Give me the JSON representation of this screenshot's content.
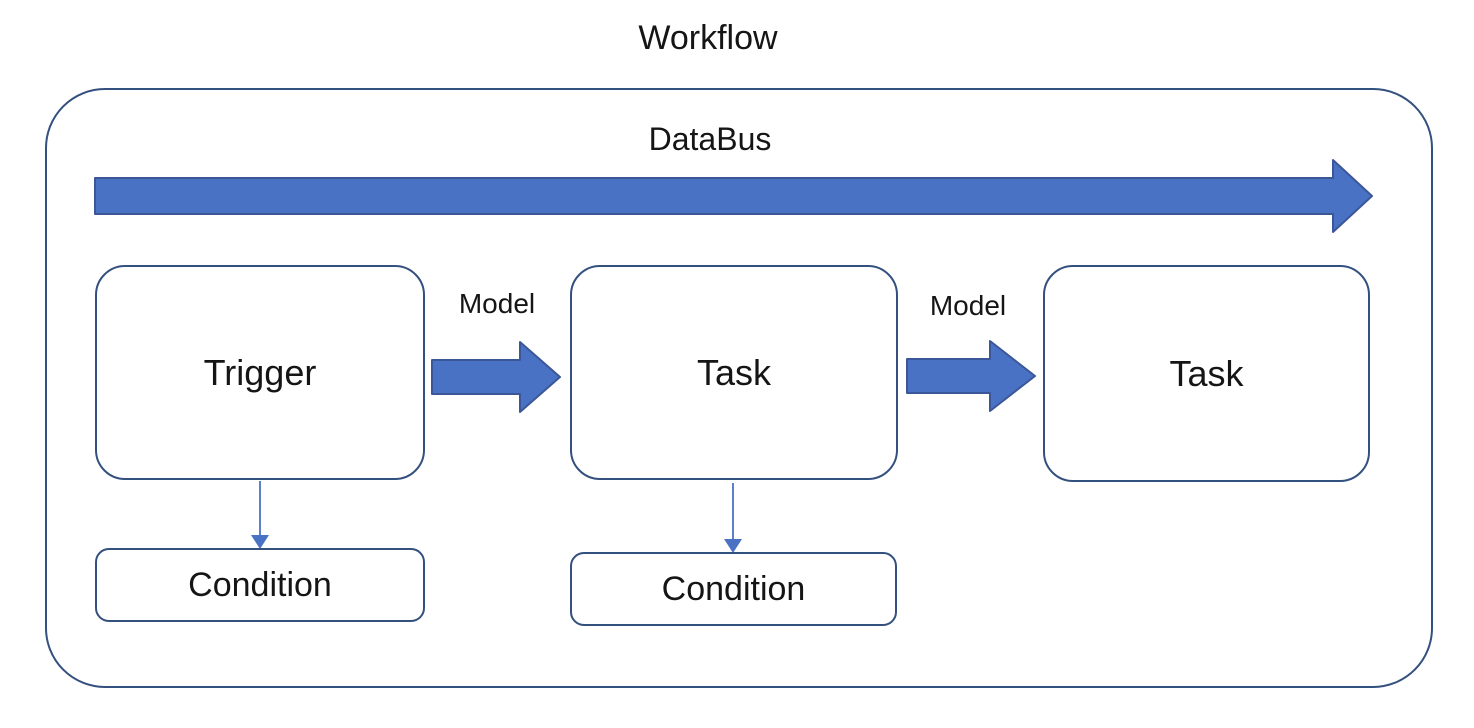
{
  "diagram": {
    "title": "Workflow",
    "databus_label": "DataBus",
    "nodes": [
      {
        "id": "trigger",
        "label": "Trigger"
      },
      {
        "id": "task-1",
        "label": "Task"
      },
      {
        "id": "task-2",
        "label": "Task"
      },
      {
        "id": "condition-1",
        "label": "Condition"
      },
      {
        "id": "condition-2",
        "label": "Condition"
      }
    ],
    "edges": [
      {
        "from": "trigger",
        "to": "task-1",
        "label": "Model",
        "type": "block-arrow"
      },
      {
        "from": "task-1",
        "to": "task-2",
        "label": "Model",
        "type": "block-arrow"
      },
      {
        "from": "trigger",
        "to": "condition-1",
        "label": "",
        "type": "thin-arrow"
      },
      {
        "from": "task-1",
        "to": "condition-2",
        "label": "",
        "type": "thin-arrow"
      },
      {
        "from": "databus-start",
        "to": "databus-end",
        "label": "",
        "type": "databus-block-arrow"
      }
    ],
    "colors": {
      "arrow_fill": "#4a72c4",
      "arrow_stroke": "#3b5798",
      "box_border": "#33507e",
      "text": "#151515",
      "background": "#ffffff"
    }
  }
}
